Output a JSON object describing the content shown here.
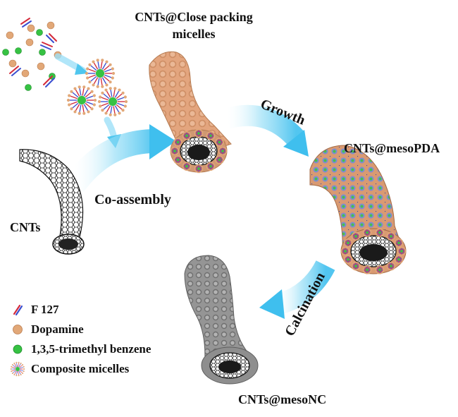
{
  "labels": {
    "close_packing": "CNTs@Close packing micelles",
    "growth": "Growth",
    "mesopda": "CNTs@mesoPDA",
    "co_assembly": "Co-assembly",
    "cnts": "CNTs",
    "calcination": "Calcination",
    "mesonc": "CNTs@mesoNC"
  },
  "legend": [
    {
      "icon": "f127-icon",
      "label": "F 127"
    },
    {
      "icon": "dopamine-icon",
      "label": "Dopamine"
    },
    {
      "icon": "tmb-icon",
      "label": "1,3,5-trimethyl benzene"
    },
    {
      "icon": "composite-micelle-icon",
      "label": "Composite micelles"
    }
  ],
  "colors": {
    "arrow": "#4fc6ee",
    "dopamine": "#e2a878",
    "tmb": "#36c243",
    "f127_red": "#d42a3a",
    "f127_blue": "#3a4fd0",
    "pda_tube": "#dd9f78",
    "cnt": "#1a1a1a",
    "mesonc": "#8c8c8c"
  }
}
